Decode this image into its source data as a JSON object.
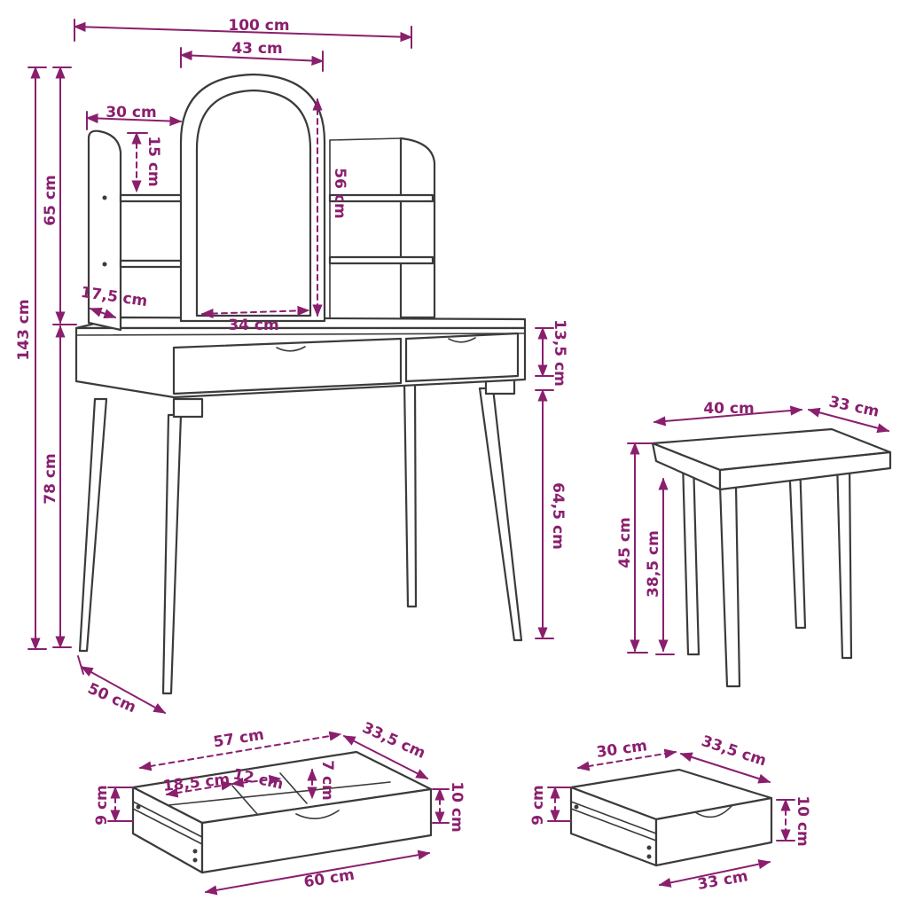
{
  "colors": {
    "dimension": "#8a1f6e",
    "outline": "#3b3b3b",
    "background": "#ffffff"
  },
  "table": {
    "total_width": "100 cm",
    "mirror_width": "43 cm",
    "shelf_width": "30 cm",
    "shelf_spacing": "15 cm",
    "mirror_height": "56 cm",
    "shelf_depth": "17,5 cm",
    "mirror_inner_width": "34 cm",
    "total_height": "143 cm",
    "top_height": "65 cm",
    "table_height": "78 cm",
    "apron_height": "13,5 cm",
    "leg_height": "64,5 cm",
    "depth": "50 cm"
  },
  "stool": {
    "width": "40 cm",
    "depth": "33 cm",
    "height": "45 cm",
    "leg_height": "38,5 cm"
  },
  "large_drawer": {
    "inner_width": "57 cm",
    "depth": "33,5 cm",
    "compartment_width": "18,5 cm",
    "compartment_depth": "12 cm",
    "divider_height": "7 cm",
    "inner_height": "9 cm",
    "outer_height": "10 cm",
    "outer_width": "60 cm"
  },
  "small_drawer": {
    "inner_width": "30 cm",
    "depth": "33,5 cm",
    "inner_height": "9 cm",
    "outer_height": "10 cm",
    "outer_width": "33 cm"
  }
}
